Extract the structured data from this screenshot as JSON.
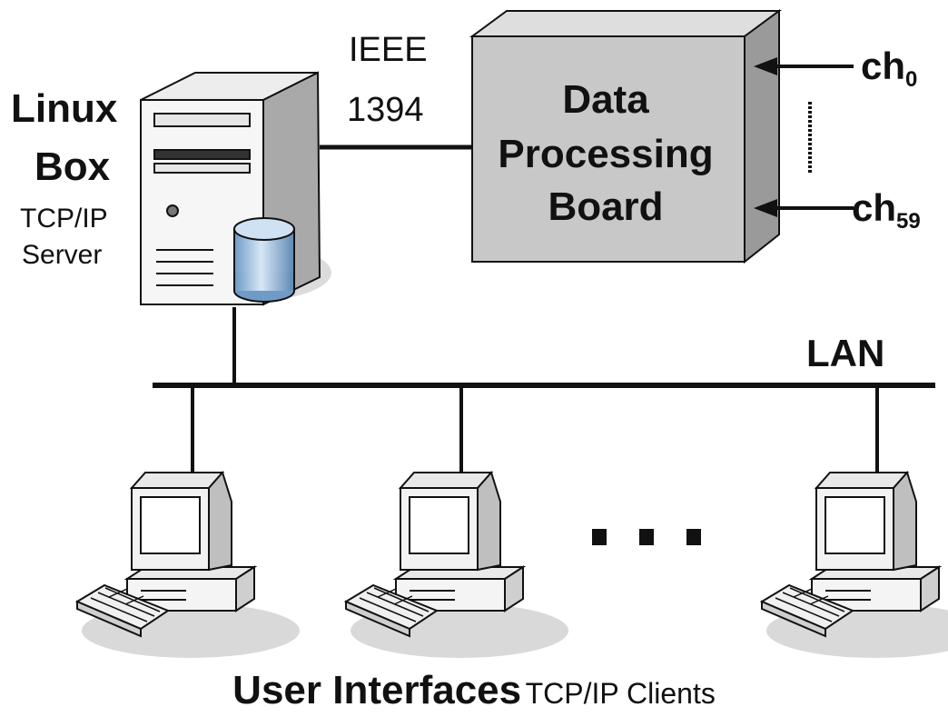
{
  "server": {
    "title_line1": "Linux",
    "title_line2": "Box",
    "sub_line1": "TCP/IP",
    "sub_line2": "Server"
  },
  "link": {
    "label_line1": "IEEE",
    "label_line2": "1394"
  },
  "board": {
    "line1": "Data",
    "line2": "Processing",
    "line3": "Board"
  },
  "channels": {
    "first": {
      "prefix": "ch",
      "index": "0"
    },
    "last": {
      "prefix": "ch",
      "index": "59"
    }
  },
  "network": {
    "label": "LAN"
  },
  "clients": {
    "ellipsis": "· · ·",
    "title": "User Interfaces",
    "subtitle": "TCP/IP Clients"
  },
  "colors": {
    "board_front": "#c8c8c8",
    "board_side": "#9a9a9a",
    "board_top": "#dedede",
    "cylinder": "#9ec4e6",
    "screen": "#ffffff"
  }
}
